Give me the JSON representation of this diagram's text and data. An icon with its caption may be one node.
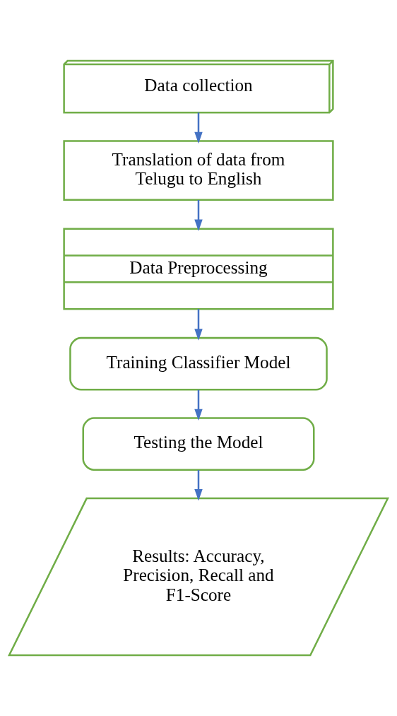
{
  "diagram": {
    "nodes": [
      {
        "text": [
          "Data collection"
        ]
      },
      {
        "text": [
          "Translation of data from Telugu to English"
        ]
      },
      {
        "text": [
          "Data Preprocessing"
        ]
      },
      {
        "text": [
          "Training Classifier Model"
        ]
      },
      {
        "text": [
          "Testing the Model"
        ]
      },
      {
        "text": [
          "Results: Accuracy, Precision, Recall and F1-Score"
        ]
      }
    ],
    "edges": [
      {
        "from": 0,
        "to": 1,
        "arrow": "to"
      },
      {
        "from": 1,
        "to": 2,
        "arrow": "to"
      },
      {
        "from": 2,
        "to": 3,
        "arrow": "to"
      },
      {
        "from": 3,
        "to": 4,
        "arrow": "to"
      },
      {
        "from": 4,
        "to": 5,
        "arrow": "to"
      }
    ]
  }
}
